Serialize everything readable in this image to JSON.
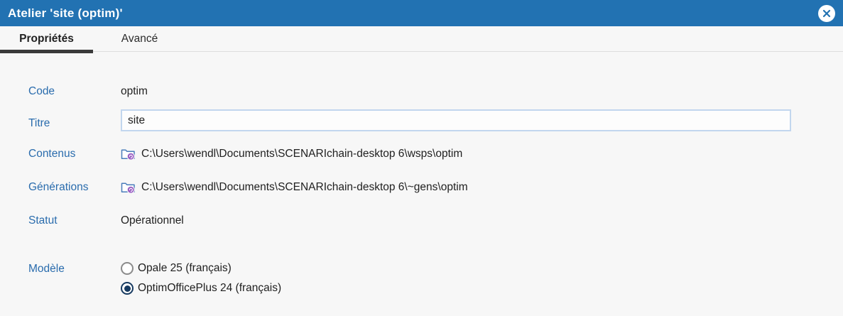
{
  "window": {
    "title": "Atelier 'site (optim)'"
  },
  "titlebar": {
    "close_icon": "close-icon"
  },
  "tabs": [
    {
      "label": "Propriétés",
      "active": true
    },
    {
      "label": "Avancé",
      "active": false
    }
  ],
  "fields": {
    "code": {
      "label": "Code",
      "value": "optim"
    },
    "titre": {
      "label": "Titre",
      "value": "site"
    },
    "contenus": {
      "label": "Contenus",
      "icon": "folder-open-icon",
      "value": "C:\\Users\\wendl\\Documents\\SCENARIchain-desktop 6\\wsps\\optim"
    },
    "generations": {
      "label": "Générations",
      "icon": "folder-open-icon",
      "value": "C:\\Users\\wendl\\Documents\\SCENARIchain-desktop 6\\~gens\\optim"
    },
    "statut": {
      "label": "Statut",
      "value": "Opérationnel"
    },
    "modele": {
      "label": "Modèle",
      "options": [
        {
          "label": "Opale 25 (français)",
          "selected": false
        },
        {
          "label": "OptimOfficePlus 24 (français)",
          "selected": true
        }
      ]
    }
  },
  "colors": {
    "titlebar_blue": "#2272b2",
    "label_blue": "#2a6cad",
    "radio_selected_navy": "#173a60",
    "input_border_blue": "#c2d6ee",
    "active_tab_underline": "#3a3a3a",
    "folder_icon_blue": "#4a7dbb",
    "folder_badge_purple": "#9a5fc4"
  }
}
